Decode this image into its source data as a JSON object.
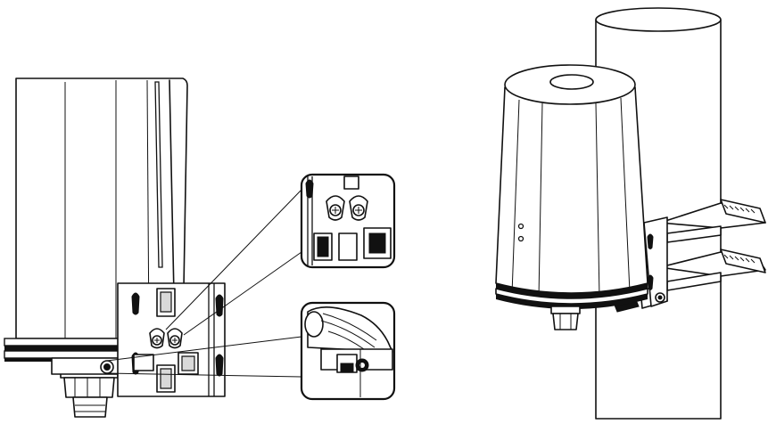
{
  "figure": {
    "panels": [
      "bracket-detail-view",
      "pole-mounted-view"
    ],
    "insets": [
      "screw-slot-detail",
      "tightening-screw-detail"
    ]
  }
}
